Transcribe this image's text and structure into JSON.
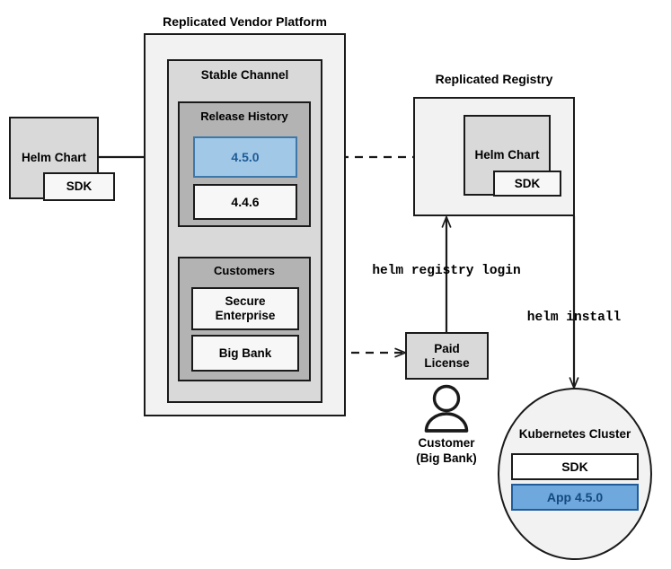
{
  "diagram": {
    "title_vendor_platform": "Replicated Vendor Platform",
    "title_registry": "Replicated Registry"
  },
  "source_chart": {
    "name": "Helm Chart",
    "sdk": "SDK"
  },
  "vendor_platform": {
    "stable_channel": {
      "label": "Stable Channel",
      "release_history": {
        "label": "Release History",
        "releases": [
          {
            "version": "4.5.0",
            "highlighted": true
          },
          {
            "version": "4.4.6",
            "highlighted": false
          }
        ]
      },
      "customers": {
        "label": "Customers",
        "items": [
          {
            "name": "Secure\nEnterprise"
          },
          {
            "name": "Big Bank"
          }
        ]
      }
    }
  },
  "registry": {
    "chart": {
      "name": "Helm Chart",
      "sdk": "SDK"
    }
  },
  "license": {
    "label": "Paid\nLicense"
  },
  "customer_actor": {
    "icon": "person-icon",
    "label": "Customer\n(Big Bank)"
  },
  "cluster": {
    "label": "Kubernetes Cluster",
    "components": [
      {
        "name": "SDK",
        "highlighted": false
      },
      {
        "name": "App 4.5.0",
        "highlighted": true
      }
    ]
  },
  "commands": {
    "registry_login": "helm registry login",
    "install": "helm install"
  },
  "colors": {
    "highlight_fill": "#a2c8e8",
    "highlight_stroke": "#3d78a8",
    "highlight_text": "#1d5b96",
    "app_fill": "#6fa8dc",
    "app_stroke": "#1f5c99",
    "app_text": "#134a80",
    "outer_fill": "#f2f2f2",
    "mid_fill": "#d9d9d9",
    "inner_fill": "#b3b3b3",
    "stroke": "#1a1a1a"
  }
}
